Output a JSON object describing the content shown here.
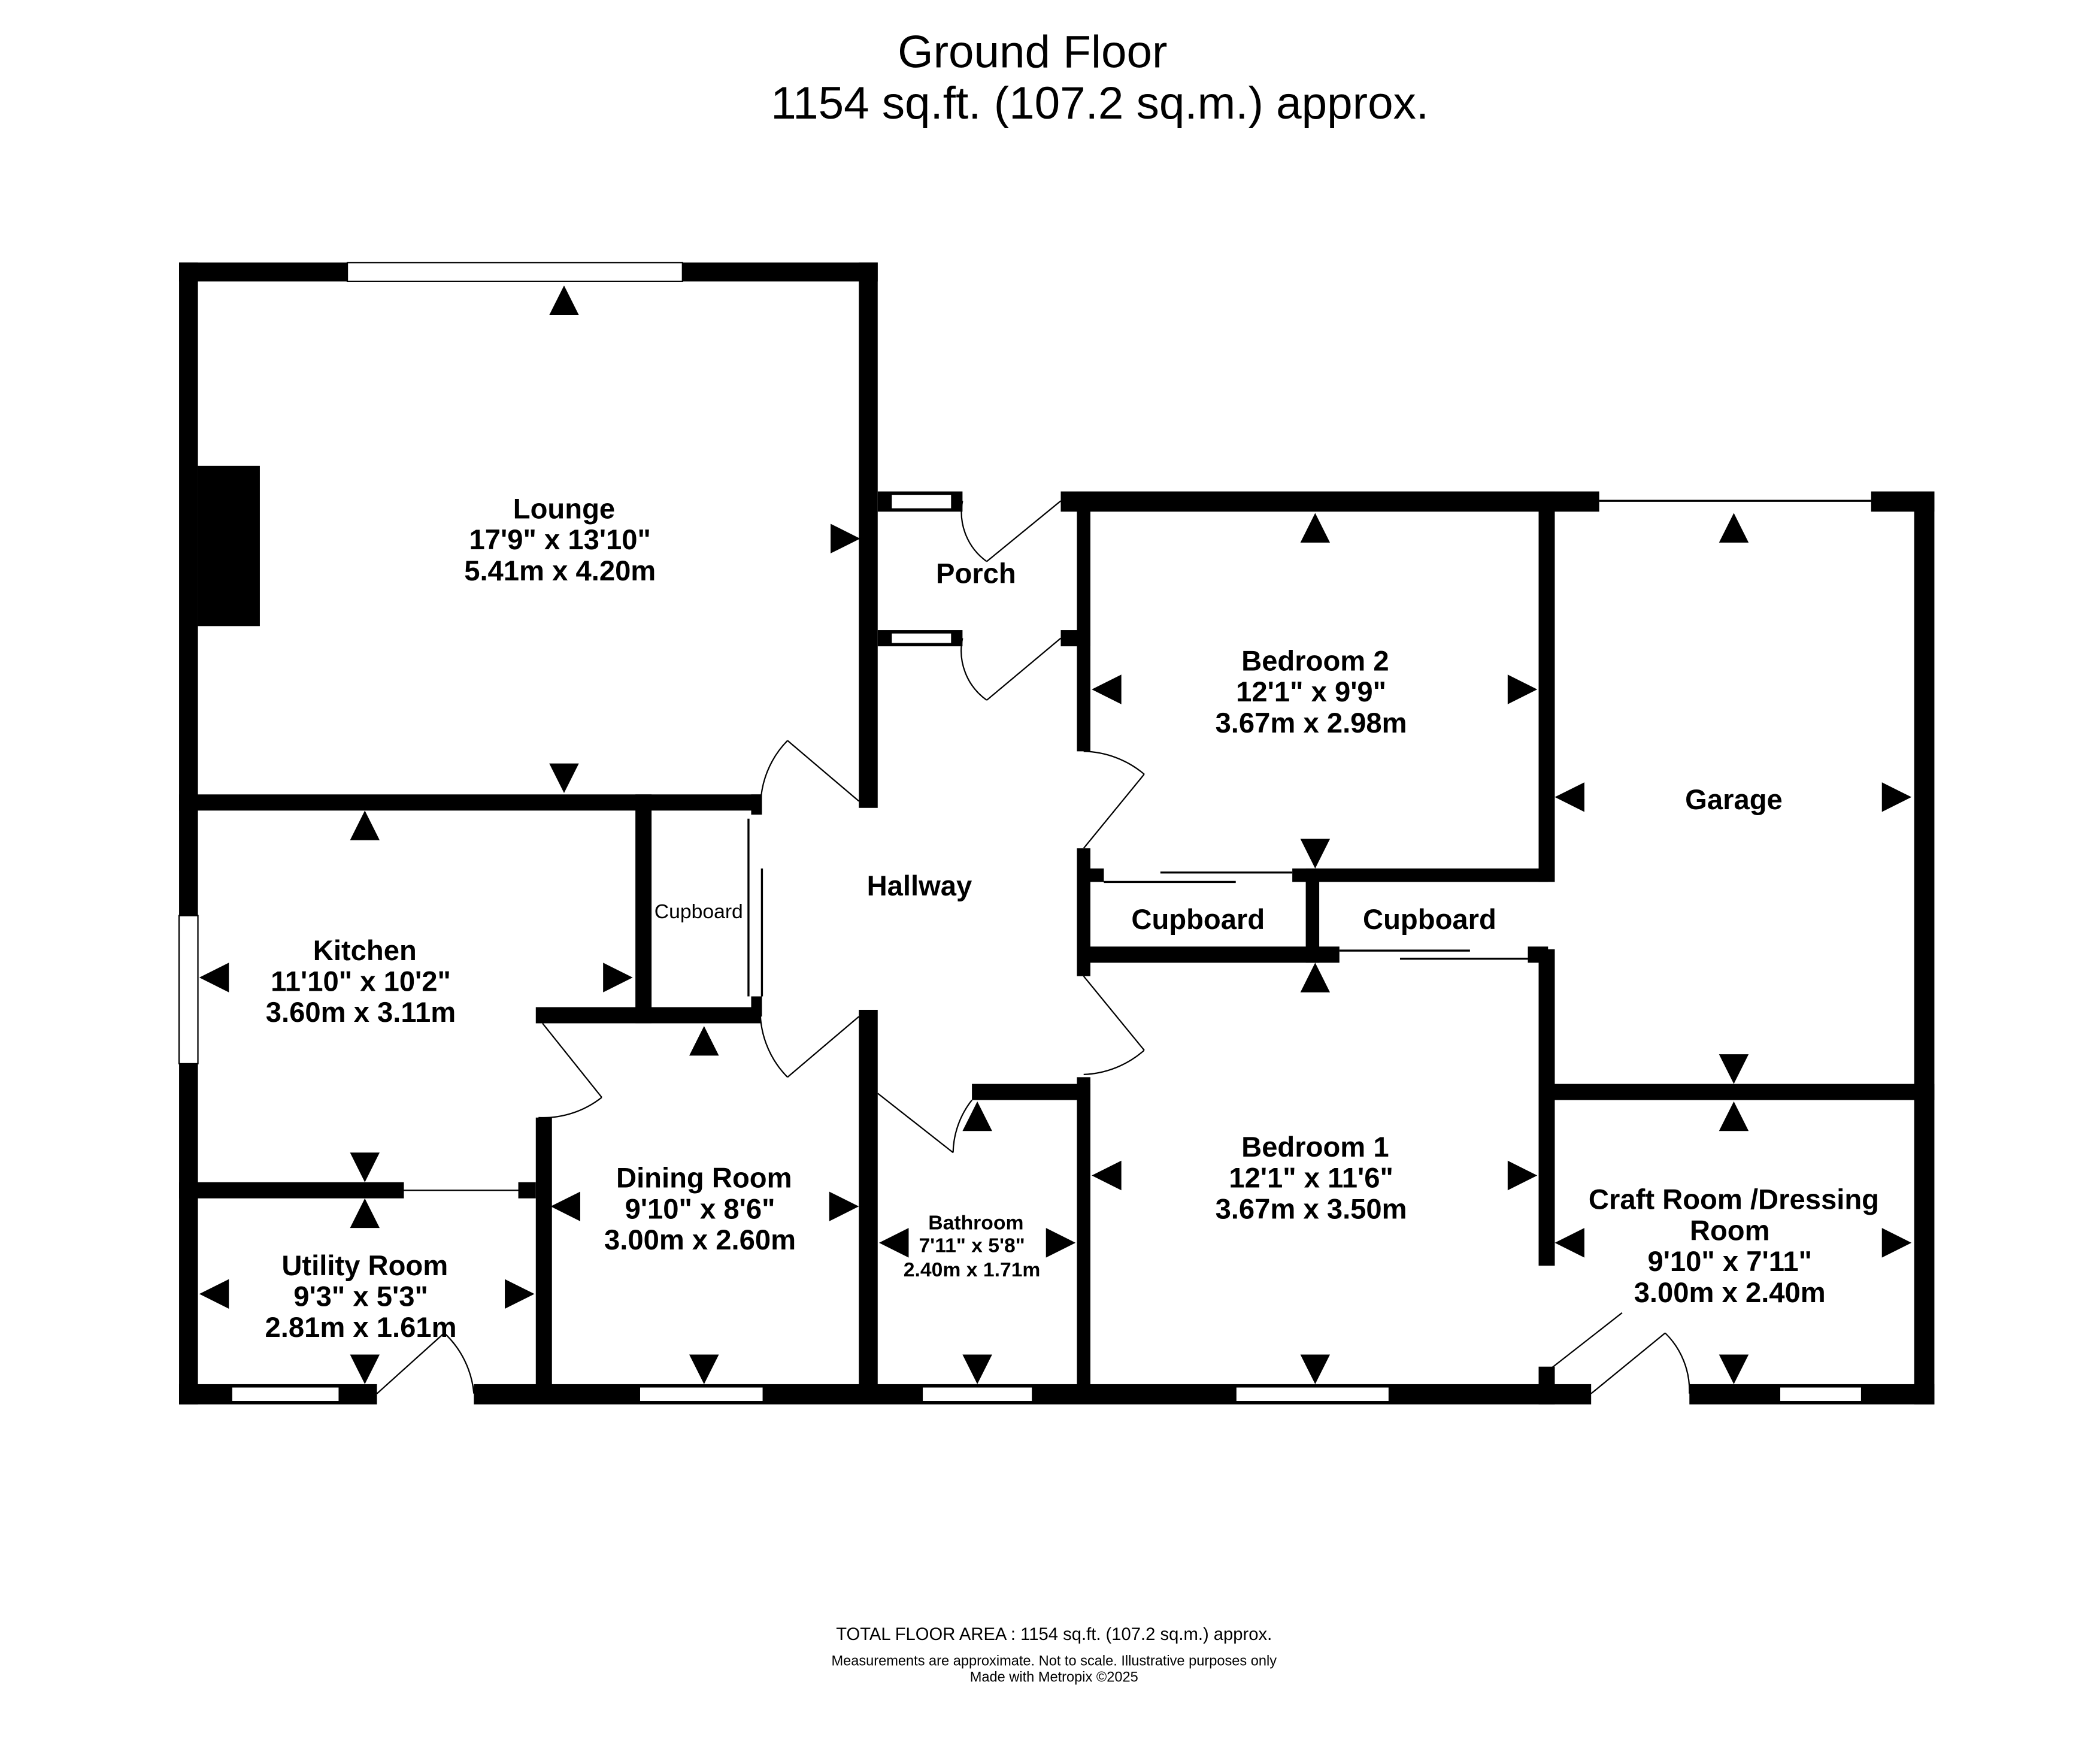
{
  "header": {
    "title": "Ground Floor",
    "subtitle": "1154 sq.ft. (107.2 sq.m.) approx."
  },
  "rooms": {
    "lounge": {
      "name": "Lounge",
      "imperial": "17'9\"  x 13'10\"",
      "metric": "5.41m  x 4.20m"
    },
    "porch": {
      "name": "Porch"
    },
    "hallway": {
      "name": "Hallway"
    },
    "bedroom2": {
      "name": "Bedroom 2",
      "imperial": "12'1\"  x 9'9\"",
      "metric": "3.67m  x 2.98m"
    },
    "garage": {
      "name": "Garage"
    },
    "kitchen": {
      "name": "Kitchen",
      "imperial": "11'10\"  x 10'2\"",
      "metric": "3.60m  x 3.11m"
    },
    "cupboard_small": {
      "name": "Cupboard"
    },
    "cupboard_left": {
      "name": "Cupboard"
    },
    "cupboard_right": {
      "name": "Cupboard"
    },
    "dining": {
      "name": "Dining Room",
      "imperial": "9'10\"  x 8'6\"",
      "metric": "3.00m  x 2.60m"
    },
    "bathroom": {
      "name": "Bathroom",
      "imperial": "7'11\"  x 5'8\"",
      "metric": "2.40m  x 1.71m"
    },
    "bedroom1": {
      "name": "Bedroom 1",
      "imperial": "12'1\"  x 11'6\"",
      "metric": "3.67m  x 3.50m"
    },
    "utility": {
      "name": "Utility Room",
      "imperial": "9'3\"  x 5'3\"",
      "metric": "2.81m  x 1.61m"
    },
    "craft": {
      "name_line1": "Craft Room /Dressing",
      "name_line2": "Room",
      "imperial": "9'10\"  x 7'11\"",
      "metric": "3.00m  x 2.40m"
    }
  },
  "footer": {
    "total": "TOTAL FLOOR AREA : 1154 sq.ft. (107.2 sq.m.) approx.",
    "disclaimer": "Measurements are approximate.  Not to scale.  Illustrative purposes only",
    "credit": "Made with Metropix ©2025"
  }
}
